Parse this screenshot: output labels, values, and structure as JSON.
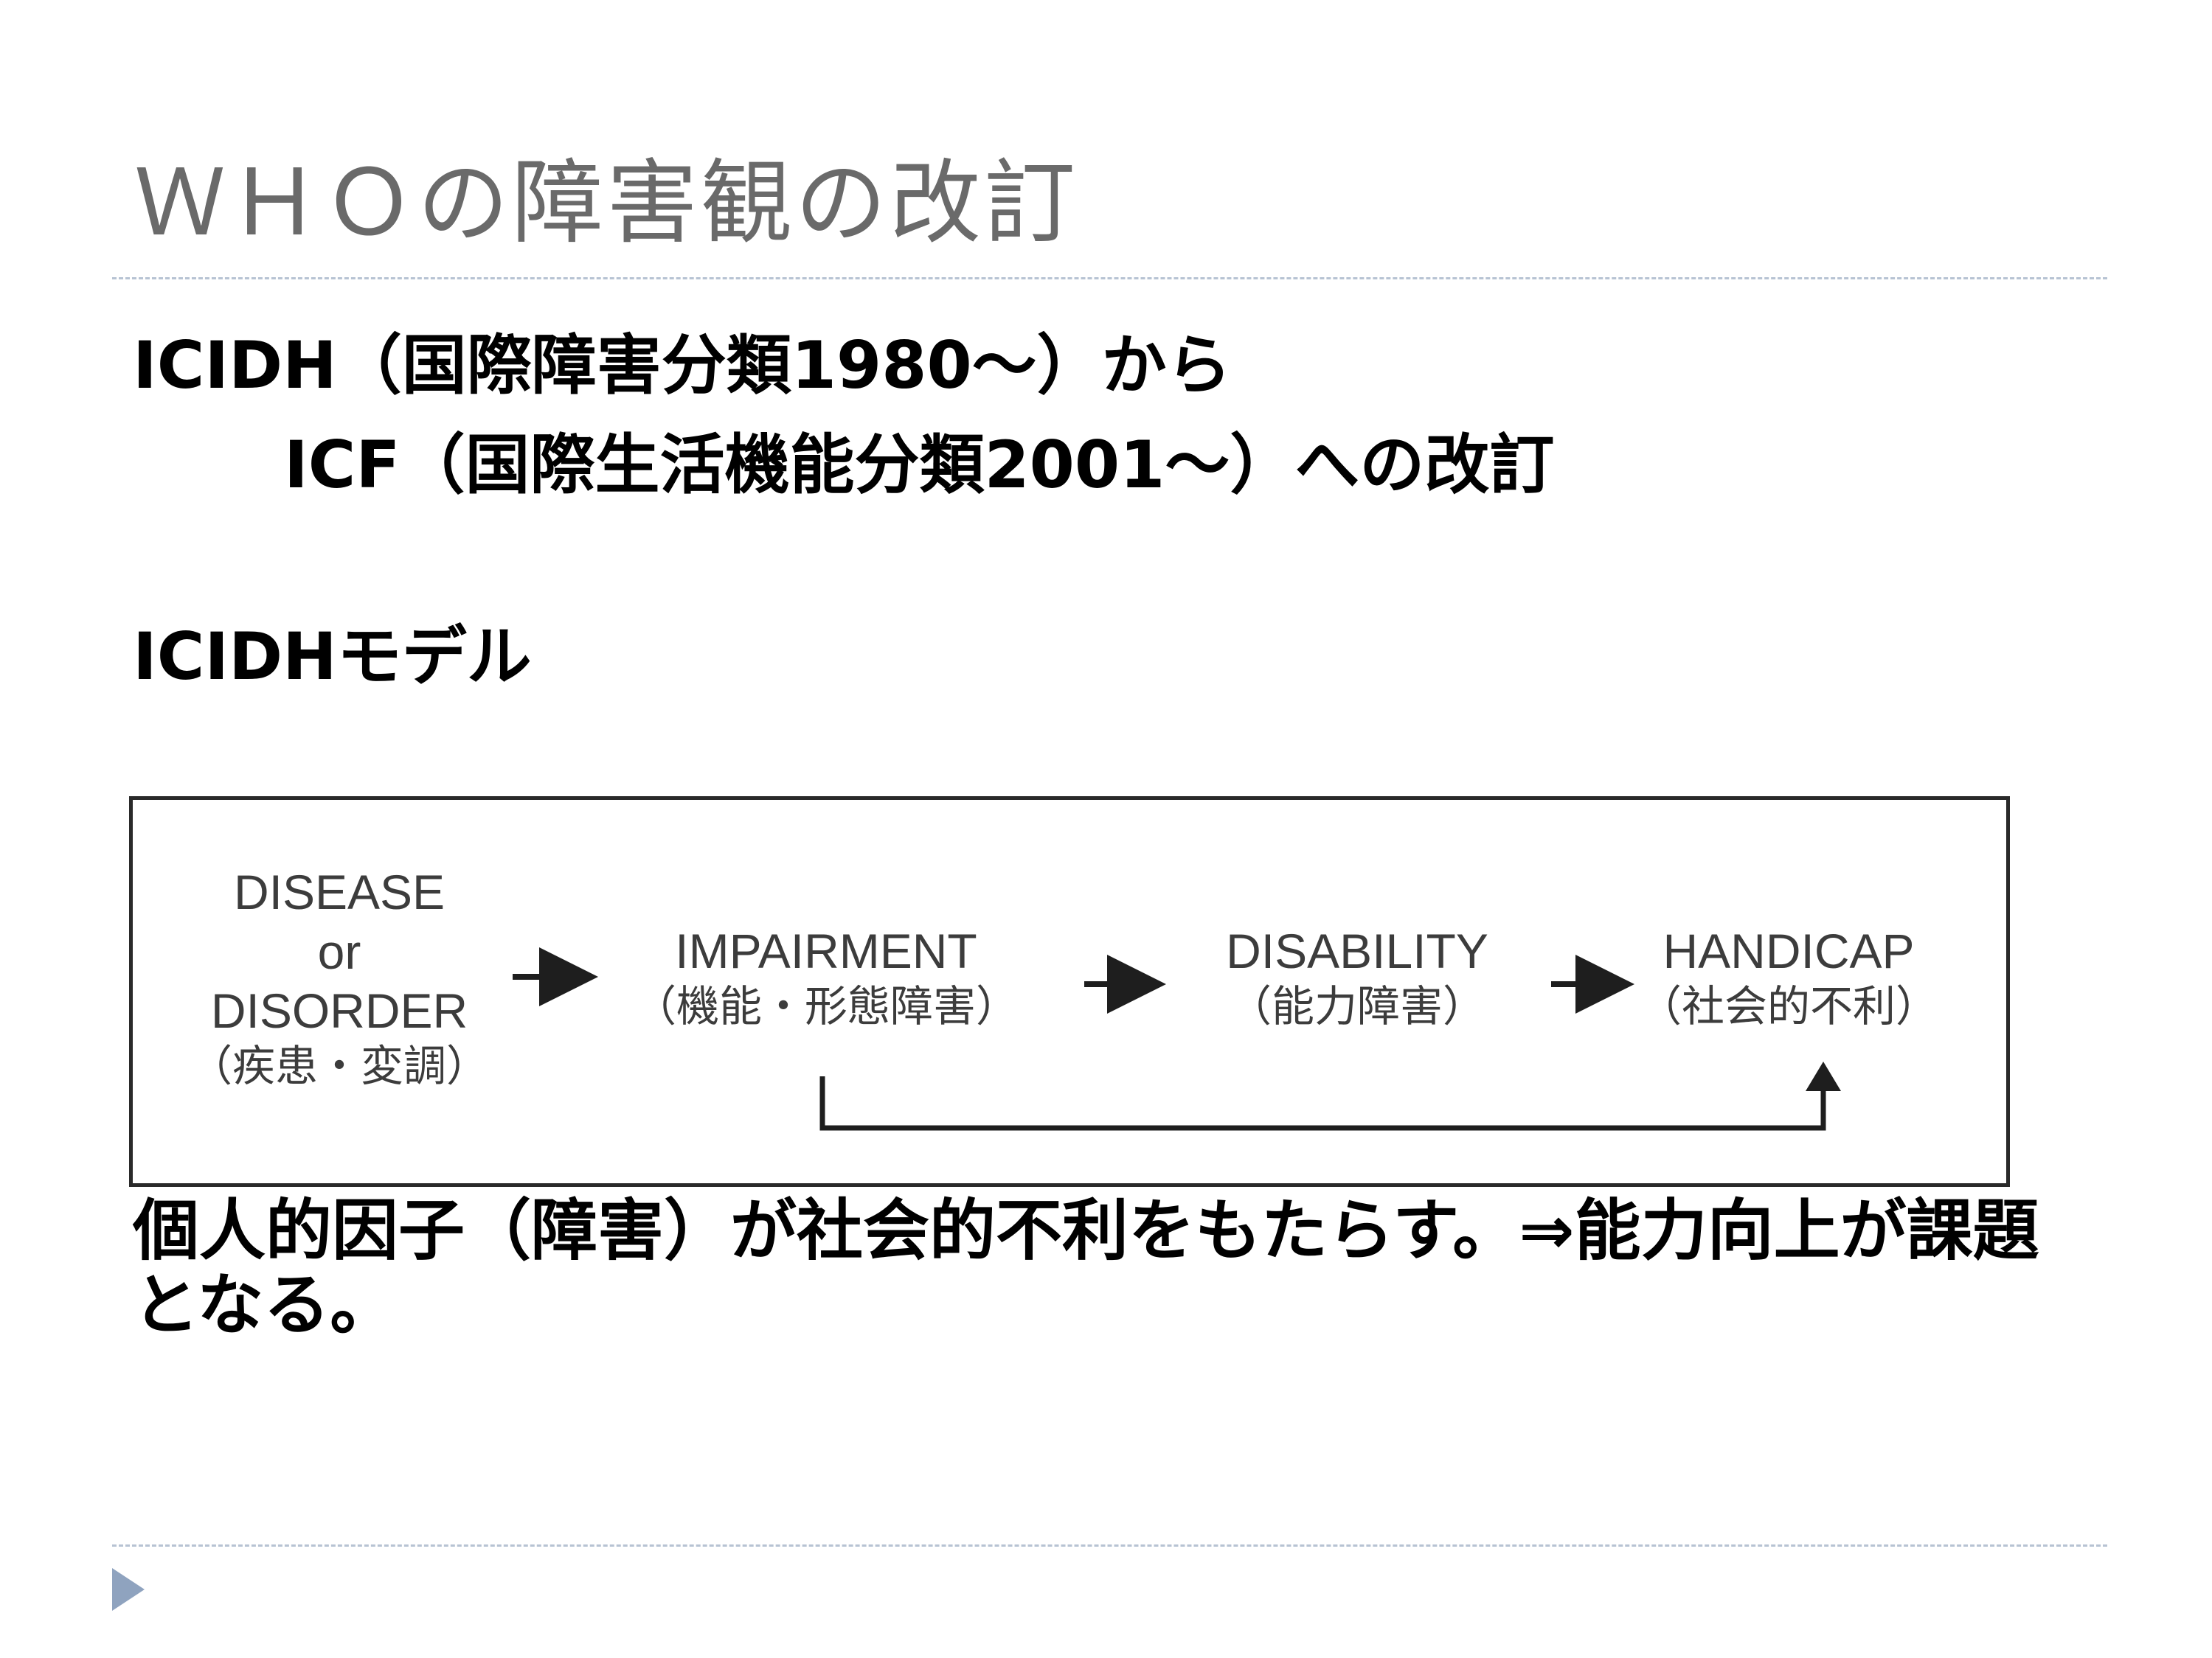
{
  "title": "ＷＨＯの障害観の改訂",
  "lines": {
    "line1": "ICIDH（国際障害分類1980～）から",
    "line2": "ICF（国際生活機能分類2001～）への改訂",
    "line3": "ICIDHモデル"
  },
  "diagram": {
    "disease": {
      "line1": "DISEASE",
      "line2": "or",
      "line3": "DISORDER",
      "jp": "（疾患・変調）"
    },
    "impairment": {
      "en": "IMPAIRMENT",
      "jp": "（機能・形態障害）"
    },
    "disability": {
      "en": "DISABILITY",
      "jp": "（能力障害）"
    },
    "handicap": {
      "en": "HANDICAP",
      "jp": "（社会的不利）"
    }
  },
  "note": "個人的因子（障害）が社会的不利をもたらす。⇒能力向上が課題となる。",
  "colors": {
    "title": "#6a6a6a",
    "divider": "#b7c3d3",
    "bullet": "#8fa3bf",
    "diagram_text": "#3c3c3c",
    "diagram_lines": "#1e1e1e"
  }
}
